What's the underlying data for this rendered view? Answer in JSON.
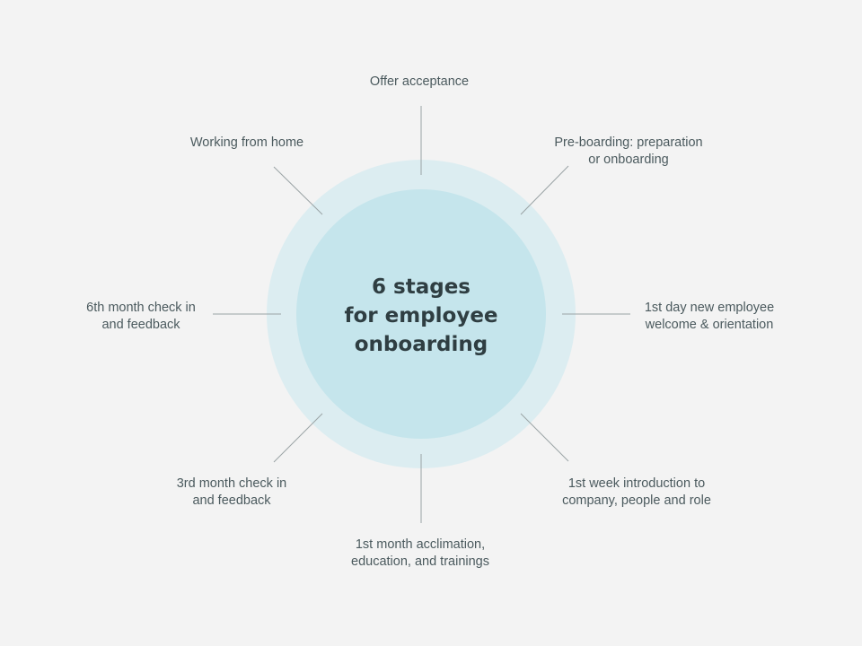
{
  "title": {
    "line1": "6 stages",
    "line2": "for employee",
    "line3": "onboarding"
  },
  "stages": [
    {
      "line1": "Offer acceptance",
      "line2": ""
    },
    {
      "line1": "Pre-boarding: preparation",
      "line2": "or onboarding"
    },
    {
      "line1": "1st day new employee",
      "line2": "welcome & orientation"
    },
    {
      "line1": "1st week introduction to",
      "line2": "company, people and role"
    },
    {
      "line1": "1st month acclimation,",
      "line2": "education, and trainings"
    },
    {
      "line1": "3rd month check in",
      "line2": "and feedback"
    },
    {
      "line1": "6th month check in",
      "line2": "and feedback"
    },
    {
      "line1": "Working from home",
      "line2": ""
    }
  ],
  "colors": {
    "background": "#f3f3f3",
    "outer_circle": "#dcedf1",
    "inner_circle": "#c5e5ec",
    "connector": "#9aa3a5",
    "title": "#2f3e42",
    "label": "#4b5a5e"
  }
}
